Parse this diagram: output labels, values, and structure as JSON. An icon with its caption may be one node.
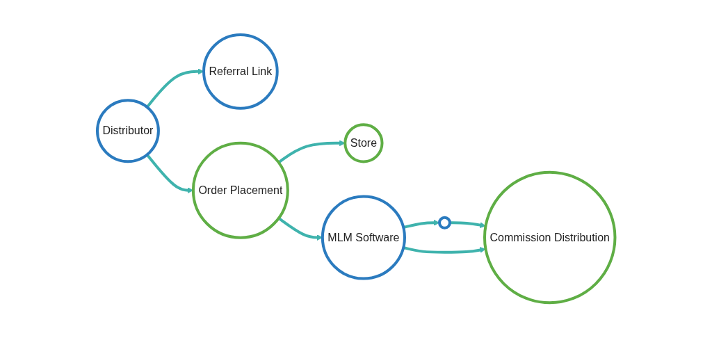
{
  "diagram": {
    "nodes": [
      {
        "text": [
          "Distributor"
        ]
      },
      {
        "text": [
          "Referral Link"
        ]
      },
      {
        "text": [
          "Store"
        ]
      },
      {
        "text": [],
        "shape": "circle"
      },
      {
        "text": [
          "Order Placement"
        ]
      },
      {
        "text": [
          "MLM Software"
        ]
      },
      {
        "text": [
          "Commission Distribution"
        ]
      }
    ],
    "edges": [
      {
        "from": 0,
        "to": 1,
        "arrow": "to"
      },
      {
        "from": 4,
        "to": 2,
        "arrow": "to"
      },
      {
        "from": 5,
        "to": 3,
        "arrow": "to"
      },
      {
        "from": 3,
        "to": 6,
        "arrow": "to"
      },
      {
        "from": 0,
        "to": 4,
        "arrow": "to"
      },
      {
        "from": 4,
        "to": 5,
        "arrow": "to"
      },
      {
        "from": 5,
        "to": 6,
        "arrow": "to"
      }
    ]
  }
}
